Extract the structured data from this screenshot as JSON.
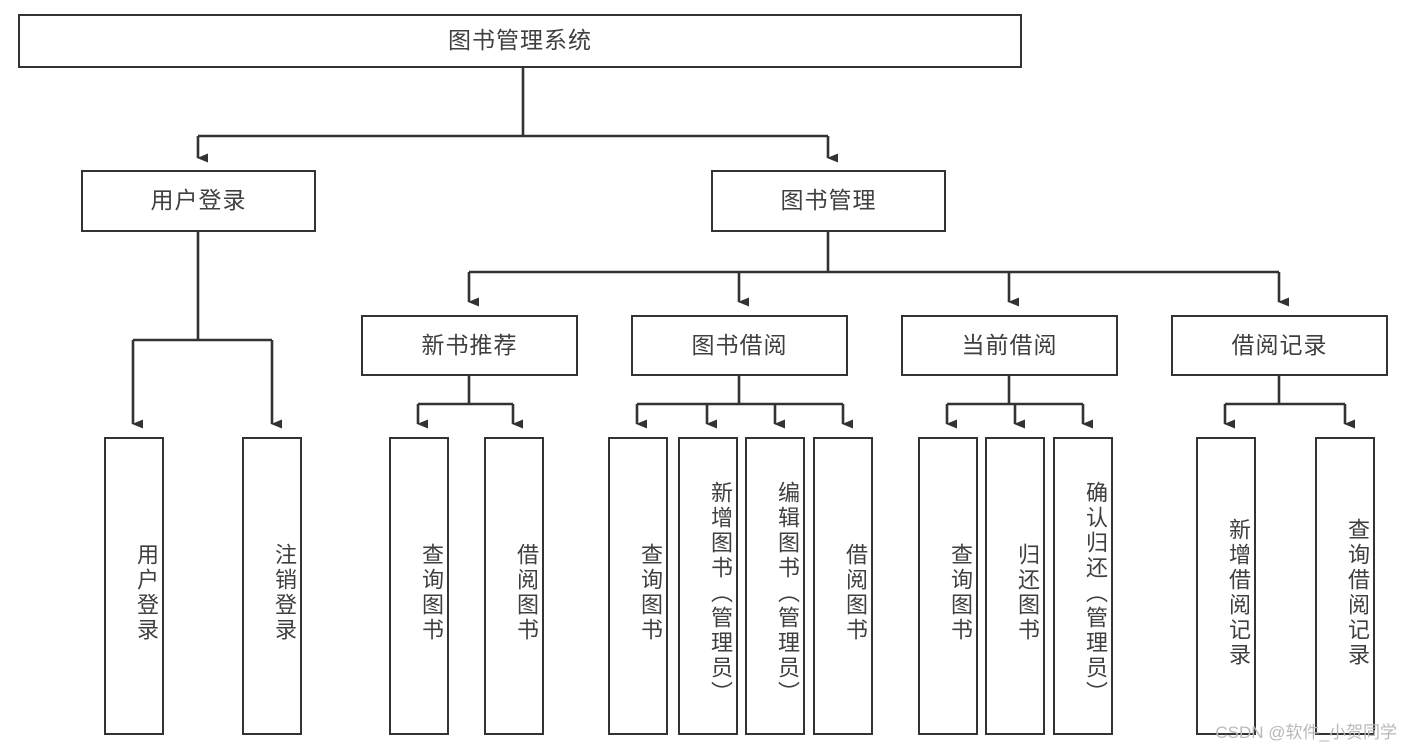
{
  "diagram": {
    "title": "图书管理系统",
    "watermark": "CSDN @软件_小贺同学",
    "line_color": "#333333",
    "text_color": "#3f3f3f",
    "background_color": "#ffffff",
    "type": "tree-hierarchy-functional-decomposition",
    "root": {
      "label": "图书管理系统"
    },
    "level2": [
      {
        "label": "用户登录"
      },
      {
        "label": "图书管理"
      }
    ],
    "level3": [
      {
        "label": "新书推荐"
      },
      {
        "label": "图书借阅"
      },
      {
        "label": "当前借阅"
      },
      {
        "label": "借阅记录"
      }
    ],
    "leaves": {
      "user_login": [
        {
          "label": "用户登录"
        },
        {
          "label": "注销登录"
        }
      ],
      "new_book_recommend": [
        {
          "label": "查询图书"
        },
        {
          "label": "借阅图书"
        }
      ],
      "book_borrow": [
        {
          "label": "查询图书"
        },
        {
          "label": "新增图书（管理员）"
        },
        {
          "label": "编辑图书（管理员）"
        },
        {
          "label": "借阅图书"
        }
      ],
      "current_borrow": [
        {
          "label": "查询图书"
        },
        {
          "label": "归还图书"
        },
        {
          "label": "确认归还（管理员）"
        }
      ],
      "borrow_record": [
        {
          "label": "新增借阅记录"
        },
        {
          "label": "查询借阅记录"
        }
      ]
    }
  }
}
